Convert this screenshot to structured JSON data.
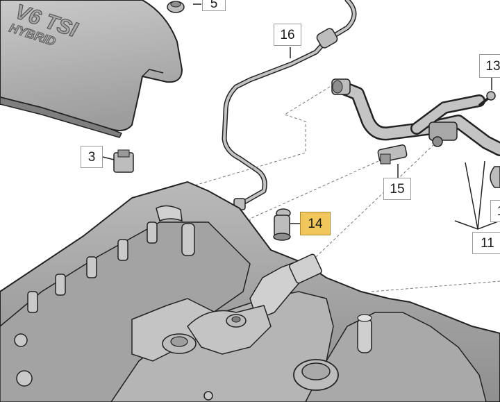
{
  "diagram": {
    "cover_text": {
      "line1": "V6 TSI",
      "line2": "HYBRID"
    },
    "callouts": [
      {
        "id": "5",
        "label": "5"
      },
      {
        "id": "16",
        "label": "16"
      },
      {
        "id": "13",
        "label": "13"
      },
      {
        "id": "3",
        "label": "3"
      },
      {
        "id": "15",
        "label": "15"
      },
      {
        "id": "14",
        "label": "14",
        "highlighted": true
      },
      {
        "id": "1",
        "label": "1"
      },
      {
        "id": "11",
        "label": "11"
      }
    ],
    "colors": {
      "highlight": "#f1c75b",
      "part_gray": "#bdbdbd",
      "dark_gray": "#8e8e8e",
      "outline": "#222222"
    }
  }
}
